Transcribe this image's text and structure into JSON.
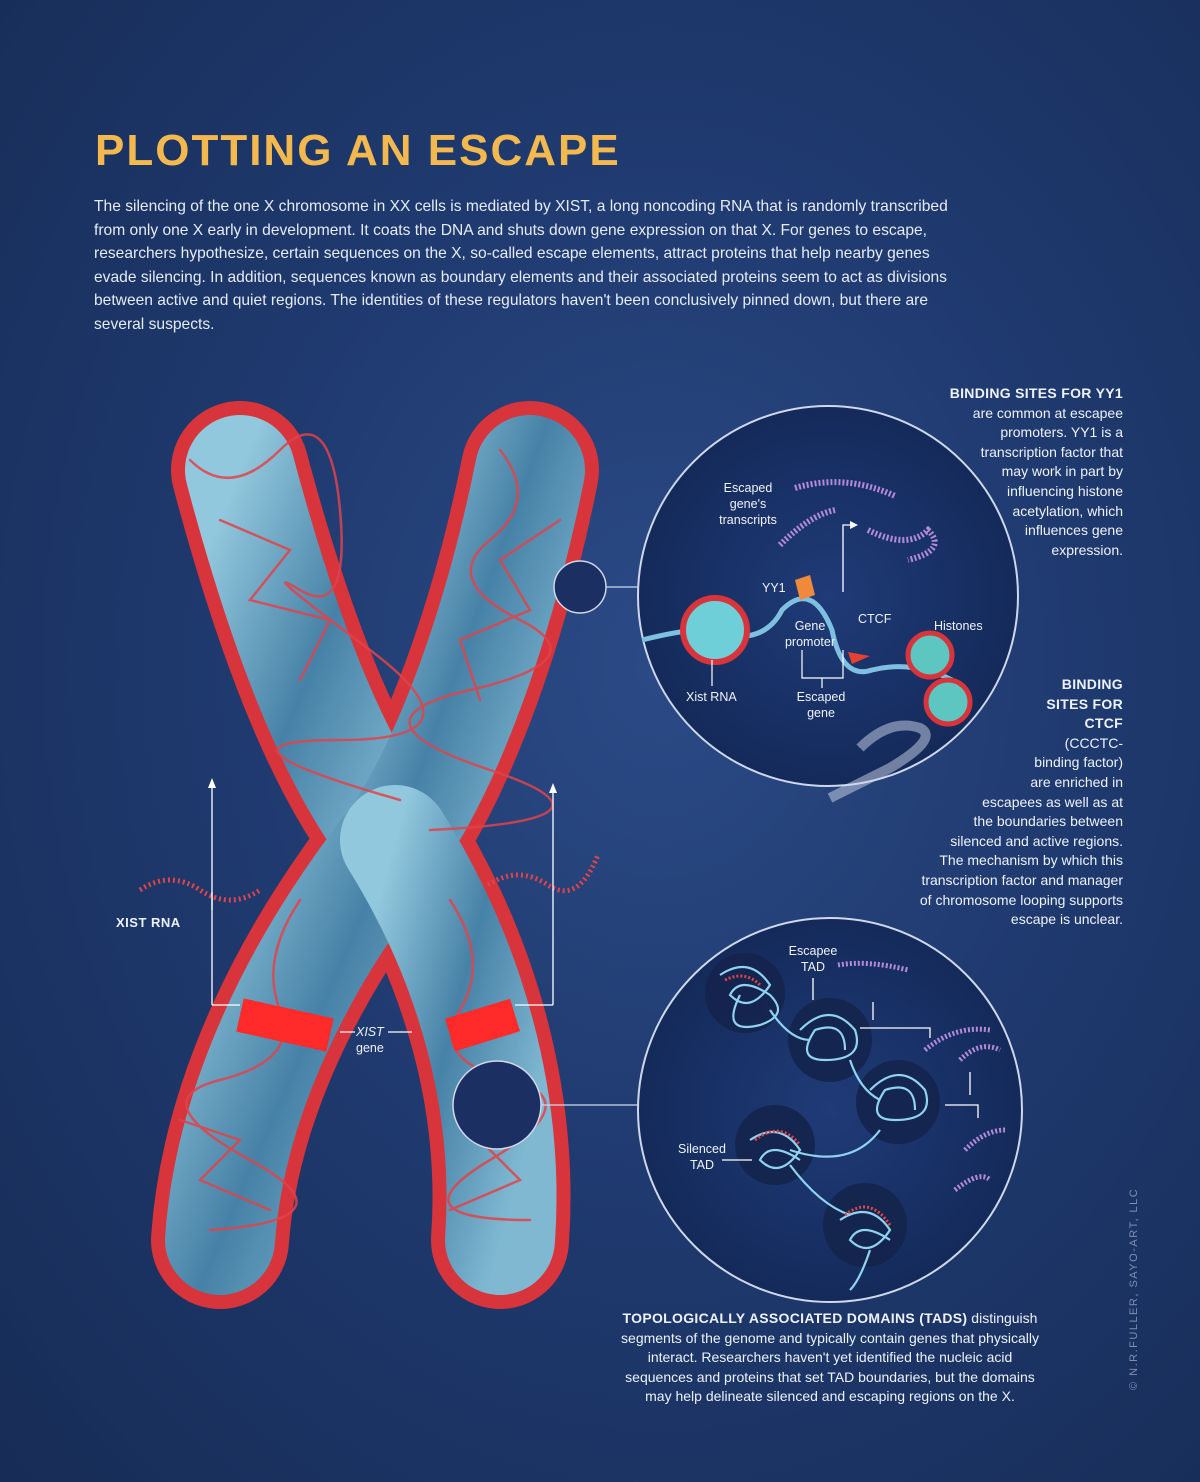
{
  "title": "PLOTTING AN ESCAPE",
  "intro": "The silencing of the one X chromosome in XX cells is mediated by XIST, a long noncoding RNA that is randomly transcribed from only one X early in development. It coats the DNA and shuts down gene expression on that X. For genes to escape, researchers hypothesize, certain sequences on the X, so-called escape elements, attract proteins that help nearby genes evade silencing. In addition, sequences known as boundary elements and their associated proteins seem to act as divisions between active and quiet regions. The identities of these regulators haven't been conclusively pinned down, but there are several suspects.",
  "yy1_note": {
    "heading": "BINDING SITES FOR YY1",
    "lines": [
      "are common at escapee",
      "promoters. YY1 is a",
      "transcription factor that",
      "may work in part by",
      "influencing histone",
      "acetylation, which",
      "influences gene",
      "expression."
    ]
  },
  "ctcf_note": {
    "heading": [
      "BINDING",
      "SITES FOR",
      "CTCF"
    ],
    "lines": [
      "(CCCTC-",
      "binding factor)",
      "are enriched in",
      "escapees as well as at",
      "the boundaries between",
      "silenced and active regions.",
      "The mechanism by which this",
      "transcription factor and manager",
      "of chromosome looping supports",
      "escape is unclear."
    ]
  },
  "tad_note": {
    "heading": "TOPOLOGICALLY ASSOCIATED DOMAINS (TADS)",
    "first_rest": " distinguish",
    "lines": [
      "segments of the genome and typically contain genes that physically",
      "interact. Researchers haven't yet identified the nucleic acid",
      "sequences and proteins that set TAD boundaries, but the domains",
      "may help delineate silenced and escaping regions on the X."
    ]
  },
  "labels": {
    "xist_rna": "XIST RNA",
    "xist_gene": [
      "XIST",
      "gene"
    ],
    "escaped_transcripts": [
      "Escaped",
      "gene's",
      "transcripts"
    ],
    "yy1": "YY1",
    "gene_promoter": [
      "Gene",
      "promoter"
    ],
    "ctcf": "CTCF",
    "histones": "Histones",
    "xist_rna_inset": "Xist RNA",
    "escaped_gene": [
      "Escaped",
      "gene"
    ],
    "escapee_tad": [
      "Escapee",
      "TAD"
    ],
    "silenced_tad": [
      "Silenced",
      "TAD"
    ]
  },
  "credit": "© N.R.FULLER, SAYO-ART, LLC",
  "colors": {
    "title": "#f4b94e",
    "background": "#1f3a6f",
    "chromatin": "#e0323a",
    "chromosome_core": "#5fa6c7",
    "rna": "#b48ad8"
  }
}
